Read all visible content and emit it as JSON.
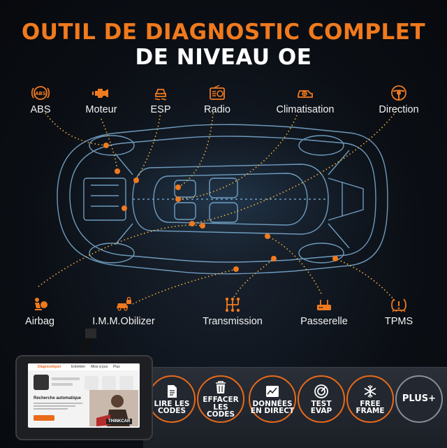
{
  "title": {
    "line1": "OUTIL DE DIAGNOSTIC COMPLET",
    "line2": "DE NIVEAU OE"
  },
  "systems_top": [
    {
      "label": "ABS",
      "icon": "abs-icon"
    },
    {
      "label": "Moteur",
      "icon": "engine-icon"
    },
    {
      "label": "ESP",
      "icon": "esp-icon"
    },
    {
      "label": "Radio",
      "icon": "radio-icon"
    },
    {
      "label": "Climatisation",
      "icon": "climate-icon"
    },
    {
      "label": "Direction",
      "icon": "steering-icon"
    }
  ],
  "systems_bottom": [
    {
      "label": "Airbag",
      "icon": "airbag-icon"
    },
    {
      "label": "I.M.M.Obilizer",
      "icon": "immobilizer-icon"
    },
    {
      "label": "Transmission",
      "icon": "gearbox-icon"
    },
    {
      "label": "Passerelle",
      "icon": "gateway-icon"
    },
    {
      "label": "TPMS",
      "icon": "tpms-icon"
    }
  ],
  "features": [
    {
      "line1": "LIRE LES",
      "line2": "CODES",
      "icon": "document-icon"
    },
    {
      "line1": "EFFACER",
      "line2": "LES CODES",
      "icon": "trash-icon"
    },
    {
      "line1": "DONNÉES",
      "line2": "EN DIRECT",
      "icon": "chart-icon"
    },
    {
      "line1": "TEST",
      "line2": "EVAP",
      "icon": "gauge-icon"
    },
    {
      "line1": "FREE",
      "line2": "FRAME",
      "icon": "snowflake-icon"
    },
    {
      "line1": "PLUS+",
      "line2": "",
      "icon": ""
    }
  ],
  "tablet": {
    "nav1": "Diagnostiquer",
    "nav2": "Entretien",
    "nav3": "Mise à jour",
    "nav4": "Plus",
    "heading": "Recherche automatique",
    "brand": "THINKCAR"
  },
  "colors": {
    "accent": "#f07a1e",
    "background": "#0b0f15",
    "car_lines": "#7fb2d8"
  }
}
